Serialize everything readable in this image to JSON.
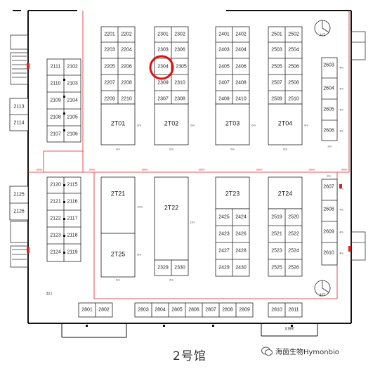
{
  "hall_title": "2号馆",
  "watermark": "海茵生物Hymonbio",
  "marked_booth": "2304",
  "labels": {
    "entrance": "入口",
    "toilet": "女厕所",
    "exit": "出口"
  },
  "dimensions": {
    "six_m": "6m",
    "four_m": "4m",
    "three_m": "3m",
    "ten_m": "10m",
    "eleven_m": "11m",
    "eight_m": "8m",
    "three_thousand": "3000"
  },
  "booths": {
    "left_column": [
      "2111",
      "2102",
      "2110",
      "2103",
      "2109",
      "2104",
      "2108",
      "2105",
      "2107",
      "2106"
    ],
    "left_edge": [
      "2113",
      "2114",
      "2125",
      "2126"
    ],
    "left_lower": [
      "2120",
      "2115",
      "2121",
      "2116",
      "2122",
      "2117",
      "2123",
      "2118",
      "2124",
      "2119"
    ],
    "block_2200": [
      "2201",
      "2202",
      "2203",
      "2204",
      "2205",
      "2206",
      "2207",
      "2208",
      "2209",
      "2210"
    ],
    "block_2300": [
      "2301",
      "2302",
      "2303",
      "2306",
      "2304",
      "2305",
      "2309",
      "2310",
      "2307",
      "2308"
    ],
    "block_2400": [
      "2401",
      "2402",
      "2403",
      "2404",
      "2405",
      "2406",
      "2407",
      "2408",
      "2409",
      "2410"
    ],
    "block_2500": [
      "2501",
      "2502",
      "2503",
      "2504",
      "2505",
      "2506",
      "2507",
      "2508",
      "2509",
      "2510"
    ],
    "island_upper": [
      "2T01",
      "2T02",
      "2T03",
      "2T04"
    ],
    "island_lower": [
      "2T21",
      "2T22",
      "2T23",
      "2T24",
      "2T25"
    ],
    "right_column": [
      "2603",
      "2604",
      "2605",
      "2606",
      "2607",
      "2608",
      "2609",
      "2610"
    ],
    "block_2420": [
      "2425",
      "2424",
      "2423",
      "2426",
      "2427",
      "2428",
      "2429",
      "2430"
    ],
    "block_2520": [
      "2519",
      "2520",
      "2521",
      "2522",
      "2523",
      "2524",
      "2525",
      "2526"
    ],
    "block_2329": [
      "2329",
      "2330"
    ],
    "bottom_row": [
      "2801",
      "2802",
      "2803",
      "2804",
      "2805",
      "2806",
      "2807",
      "2808",
      "2809",
      "2810",
      "2811"
    ]
  }
}
